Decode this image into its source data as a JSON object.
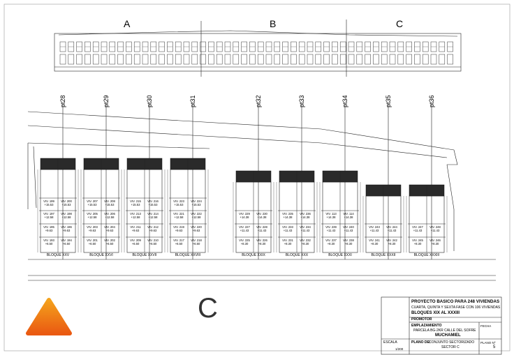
{
  "elevation_sections": [
    "A",
    "B",
    "C"
  ],
  "cut_lines": [
    "pt28",
    "pt29",
    "pt30",
    "pt31",
    "pt32",
    "pt33",
    "pt34",
    "pt35",
    "pt36"
  ],
  "blocks": [
    {
      "name": "BLOQUE XXV",
      "units": [
        [
          "VIV. 199",
          "+15.53"
        ],
        [
          "VIV. 200",
          "+15.53"
        ],
        [
          "VIV. 197",
          "+12.58"
        ],
        [
          "VIV. 198",
          "+12.58"
        ],
        [
          "VIV. 195",
          "+9.63"
        ],
        [
          "VIV. 196",
          "+9.63"
        ],
        [
          "VIV. 193",
          "+6.50"
        ],
        [
          "VIV. 194",
          "+6.50"
        ]
      ]
    },
    {
      "name": "BLOQUE XXVI",
      "units": [
        [
          "VIV. 207",
          "+15.53"
        ],
        [
          "VIV. 208",
          "+15.53"
        ],
        [
          "VIV. 205",
          "+12.58"
        ],
        [
          "VIV. 206",
          "+12.58"
        ],
        [
          "VIV. 203",
          "+9.63"
        ],
        [
          "VIV. 204",
          "+9.63"
        ],
        [
          "VIV. 201",
          "+6.50"
        ],
        [
          "VIV. 202",
          "+6.50"
        ]
      ]
    },
    {
      "name": "BLOQUE XXVII",
      "units": [
        [
          "VIV. 215",
          "+15.53"
        ],
        [
          "VIV. 216",
          "+15.53"
        ],
        [
          "VIV. 213",
          "+12.58"
        ],
        [
          "VIV. 214",
          "+12.58"
        ],
        [
          "VIV. 211",
          "+9.63"
        ],
        [
          "VIV. 212",
          "+9.63"
        ],
        [
          "VIV. 209",
          "+6.50"
        ],
        [
          "VIV. 210",
          "+6.50"
        ]
      ]
    },
    {
      "name": "BLOQUE XXVIII",
      "units": [
        [
          "VIV. 223",
          "+15.53"
        ],
        [
          "VIV. 224",
          "+15.53"
        ],
        [
          "VIV. 221",
          "+12.58"
        ],
        [
          "VIV. 222",
          "+12.58"
        ],
        [
          "VIV. 219",
          "+9.63"
        ],
        [
          "VIV. 220",
          "+9.63"
        ],
        [
          "VIV. 217",
          "+6.50"
        ],
        [
          "VIV. 218",
          "+6.50"
        ]
      ]
    },
    {
      "name": "BLOQUE XXIX",
      "units": [
        [
          "VIV. 229",
          "+14.38"
        ],
        [
          "VIV. 230",
          "+14.38"
        ],
        [
          "VIV. 227",
          "+11.43"
        ],
        [
          "VIV. 228",
          "+11.43"
        ],
        [
          "VIV. 225",
          "+8.30"
        ],
        [
          "VIV. 226",
          "+8.30"
        ]
      ]
    },
    {
      "name": "BLOQUE XXX",
      "units": [
        [
          "VIV. 235",
          "+14.38"
        ],
        [
          "VIV. 236",
          "+14.38"
        ],
        [
          "VIV. 233",
          "+11.43"
        ],
        [
          "VIV. 234",
          "+11.43"
        ],
        [
          "VIV. 231",
          "+8.30"
        ],
        [
          "VIV. 232",
          "+8.30"
        ]
      ]
    },
    {
      "name": "BLOQUE XXXI",
      "units": [
        [
          "VIV. 113",
          "+14.38"
        ],
        [
          "VIV. 114",
          "+14.38"
        ],
        [
          "VIV. 239",
          "+11.43"
        ],
        [
          "VIV. 240",
          "+11.43"
        ],
        [
          "VIV. 237",
          "+8.30"
        ],
        [
          "VIV. 238",
          "+8.30"
        ]
      ]
    },
    {
      "name": "BLOQUE XXXII",
      "units": [
        [
          "VIV. 243",
          "+11.43"
        ],
        [
          "VIV. 244",
          "+11.43"
        ],
        [
          "VIV. 241",
          "+8.30"
        ],
        [
          "VIV. 242",
          "+8.30"
        ]
      ]
    },
    {
      "name": "BLOQUE XXXIII",
      "units": [
        [
          "VIV. 247",
          "+11.43"
        ],
        [
          "VIV. 248",
          "+11.43"
        ],
        [
          "VIV. 245",
          "+8.30"
        ],
        [
          "VIV. 246",
          "+8.30"
        ]
      ]
    }
  ],
  "section_label": "C",
  "title_block": {
    "project": "PROYECTO BASICO PARA 248 VIVIENDAS",
    "phase": "CUARTA, QUINTA Y SEXTA FASE CON 106 VIVIENDAS",
    "blocks": "BLOQUES XIX AL XXXIII",
    "promotor_label": "PROMOTOR",
    "emplazamiento_label": "EMPLAZAMIENTO",
    "emplazamiento_line1": "PARCELA BG-2KR  CALLE DEL SOFRE",
    "emplazamiento_line2": "MUCHAMIEL",
    "fecha_label": "FECHA",
    "escala_label": "ESCALA",
    "escala_value": "1/200",
    "plano_de_label": "PLANO DE:",
    "plano_de_value1": "CONJUNTO SECTORIZADO",
    "plano_de_value2": "SECTOR C",
    "plano_n_label": "PLANO Nº",
    "plano_n_value": "5"
  },
  "colors": {
    "logo_top": "#f4a21c",
    "logo_bottom": "#ea5a12",
    "line": "#222222"
  }
}
